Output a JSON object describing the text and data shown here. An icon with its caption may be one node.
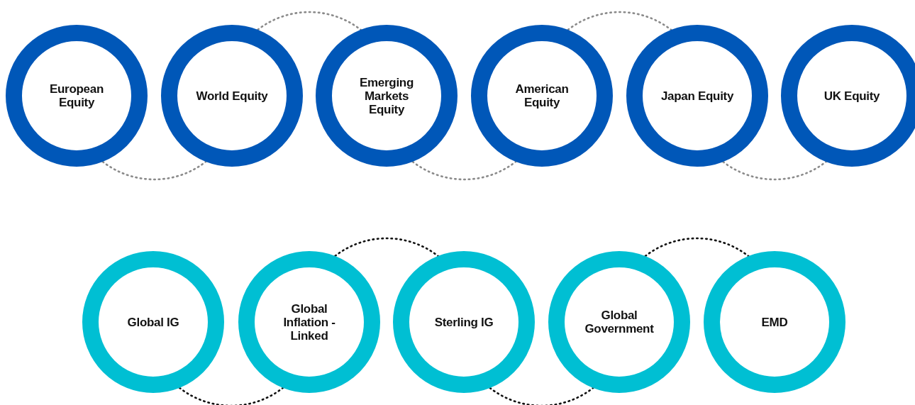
{
  "diagram": {
    "nodes": [
      {
        "text": [
          "European Equity"
        ]
      },
      {
        "text": [
          "World Equity"
        ]
      },
      {
        "text": [
          "Emerging Markets Equity"
        ]
      },
      {
        "text": [
          "American Equity"
        ]
      },
      {
        "text": [
          "Japan Equity"
        ]
      },
      {
        "text": [
          "UK Equity"
        ]
      },
      {
        "text": [
          "Global IG"
        ]
      },
      {
        "text": [
          "Global Inflation - Linked"
        ]
      },
      {
        "text": [
          "Sterling IG"
        ]
      },
      {
        "text": [
          "Global Government"
        ]
      },
      {
        "text": [
          "EMD"
        ]
      }
    ],
    "edges": [
      {
        "from": 0,
        "to": 1,
        "arrow": "none",
        "style": "dashed"
      },
      {
        "from": 1,
        "to": 2,
        "arrow": "none",
        "style": "dashed"
      },
      {
        "from": 2,
        "to": 3,
        "arrow": "none",
        "style": "dashed"
      },
      {
        "from": 3,
        "to": 4,
        "arrow": "none",
        "style": "dashed"
      },
      {
        "from": 4,
        "to": 5,
        "arrow": "none",
        "style": "dashed"
      },
      {
        "from": 6,
        "to": 7,
        "arrow": "none",
        "style": "dashed",
        "color": "#111111"
      },
      {
        "from": 7,
        "to": 8,
        "arrow": "none",
        "style": "dashed",
        "color": "#111111"
      },
      {
        "from": 8,
        "to": 9,
        "arrow": "none",
        "style": "dashed",
        "color": "#111111"
      },
      {
        "from": 9,
        "to": 10,
        "arrow": "none",
        "style": "dashed",
        "color": "#111111"
      }
    ]
  }
}
